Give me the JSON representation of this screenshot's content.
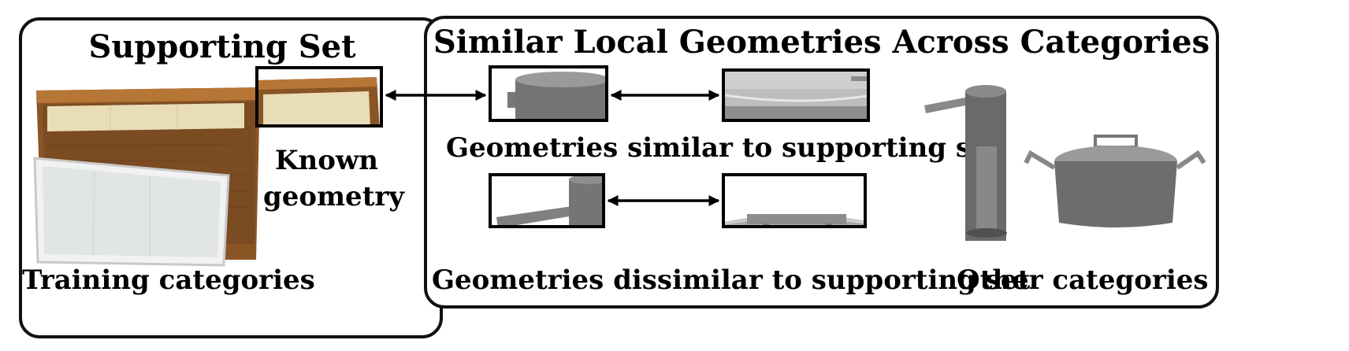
{
  "supporting_panel": {
    "title": "Supporting Set",
    "known_geometry_label": [
      "Known",
      "geometry"
    ],
    "training_label": "Training categories"
  },
  "similar_panel": {
    "title": "Similar Local Geometries Across Categories",
    "similar_caption": "Geometries similar to supporting set",
    "dissimilar_caption": "Geometries dissimilar to supporting set",
    "other_label": "Other categories"
  },
  "colors": {
    "wood_dark": "#7a4a1e",
    "wood_edge": "#a9682a",
    "panel_cream": "#e8dbb4",
    "glass": "#dfe4e0",
    "metal_dark": "#6e6e6e",
    "metal_light": "#a9a9a9"
  }
}
